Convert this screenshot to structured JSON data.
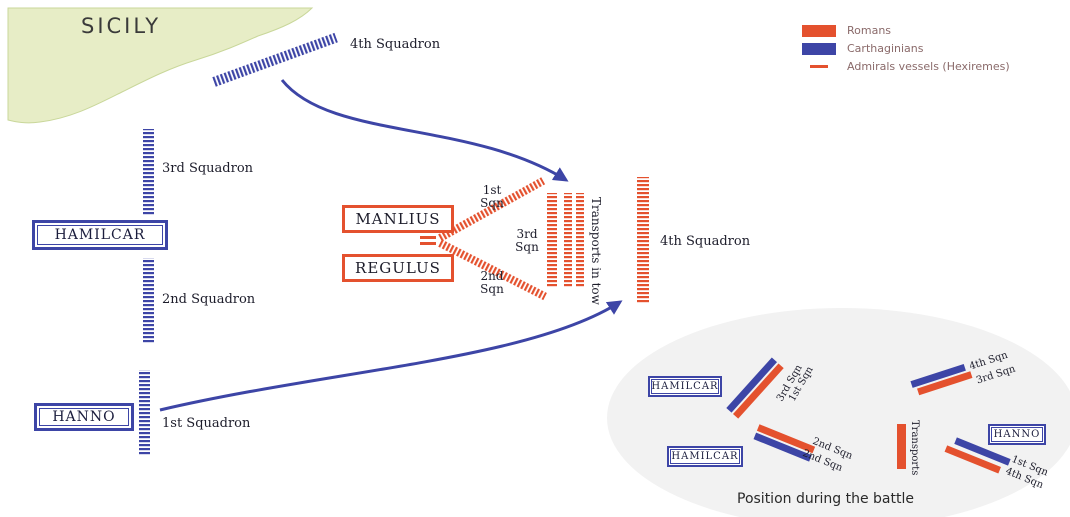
{
  "map": {
    "land_label": "SICILY",
    "legend": [
      {
        "label": "Romans",
        "color": "#e4512e"
      },
      {
        "label": "Carthaginians",
        "color": "#3d45a6"
      },
      {
        "label": "Admirals vessels (Hexiremes)",
        "color": "#e4512e"
      }
    ],
    "carthaginian": {
      "sq4": "4th Squadron",
      "sq3": "3rd Squadron",
      "sq2": "2nd Squadron",
      "sq1": "1st Squadron",
      "commander1": "HAMILCAR",
      "commander2": "HANNO"
    },
    "roman": {
      "commander1": "MANLIUS",
      "commander2": "REGULUS",
      "sq1": "1st Sqn",
      "sq3": "3rd Sqn",
      "sq2": "2nd Sqn",
      "transports": "Transports in tow",
      "sq4": "4th Squadron"
    },
    "inset": {
      "caption": "Position during the battle",
      "hamilcar_top": "HAMILCAR",
      "hamilcar_bottom": "HAMILCAR",
      "hanno": "HANNO",
      "label_3rd": "3rd Sqn",
      "label_1st": "1st Sqn",
      "label_2nd_a": "2nd Sqn",
      "label_2nd_b": "2nd Sqn",
      "label_4th_top": "4th Sqn",
      "label_3rd_top": "3rd Sqn",
      "label_transports": "Transports",
      "label_1st_right": "1st Sqn",
      "label_4th_right": "4th Sqn"
    }
  }
}
